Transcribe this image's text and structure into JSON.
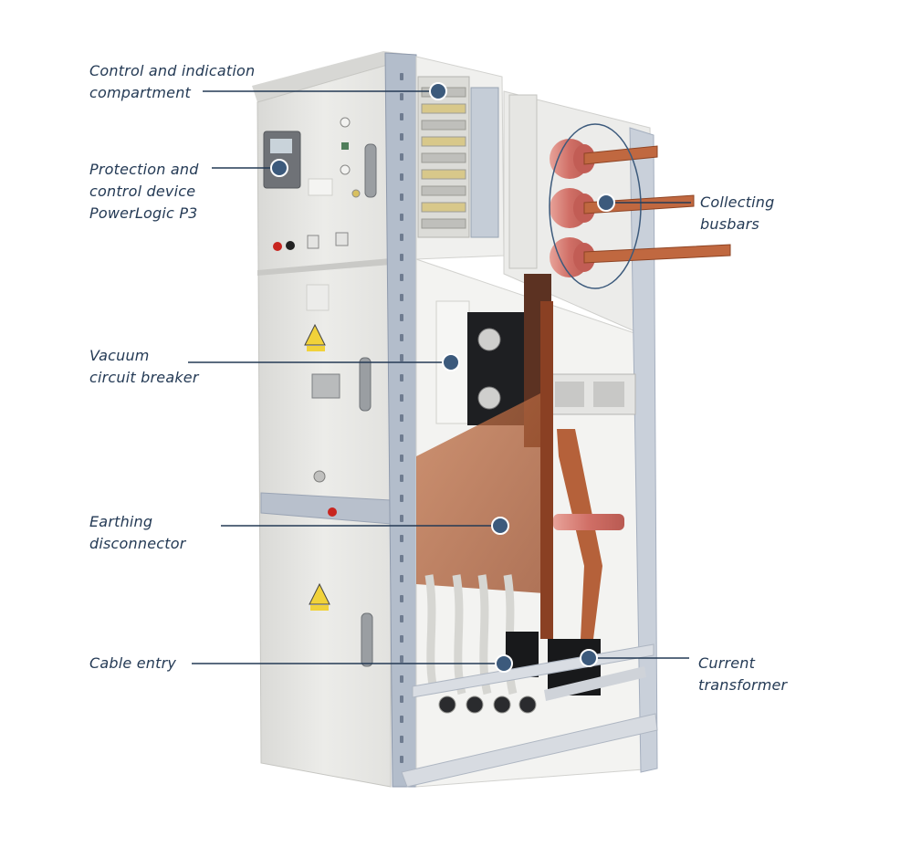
{
  "colors": {
    "label_text": "#243a55",
    "leader_line": "#243a55",
    "marker_fill": "#3c5a7c",
    "marker_stroke": "#ffffff",
    "cabinet_panel": "#e9e9e7",
    "cabinet_frame": "#a9b4c4",
    "copper": "#b5613a",
    "insulator": "#d9837a"
  },
  "icons": {
    "marker": "callout-dot-icon"
  },
  "callouts": [
    {
      "id": "control-indication",
      "lines": [
        "Control and indication",
        "compartment"
      ]
    },
    {
      "id": "protection-device",
      "lines": [
        "Protection and",
        "control device",
        "PowerLogic P3"
      ]
    },
    {
      "id": "collecting-busbars",
      "lines": [
        "Collecting",
        "busbars"
      ]
    },
    {
      "id": "vacuum-breaker",
      "lines": [
        "Vacuum",
        "circuit breaker"
      ]
    },
    {
      "id": "earthing-disconnector",
      "lines": [
        "Earthing",
        "disconnector"
      ]
    },
    {
      "id": "cable-entry",
      "lines": [
        "Cable entry"
      ]
    },
    {
      "id": "current-transformer",
      "lines": [
        "Current",
        "transformer"
      ]
    }
  ]
}
